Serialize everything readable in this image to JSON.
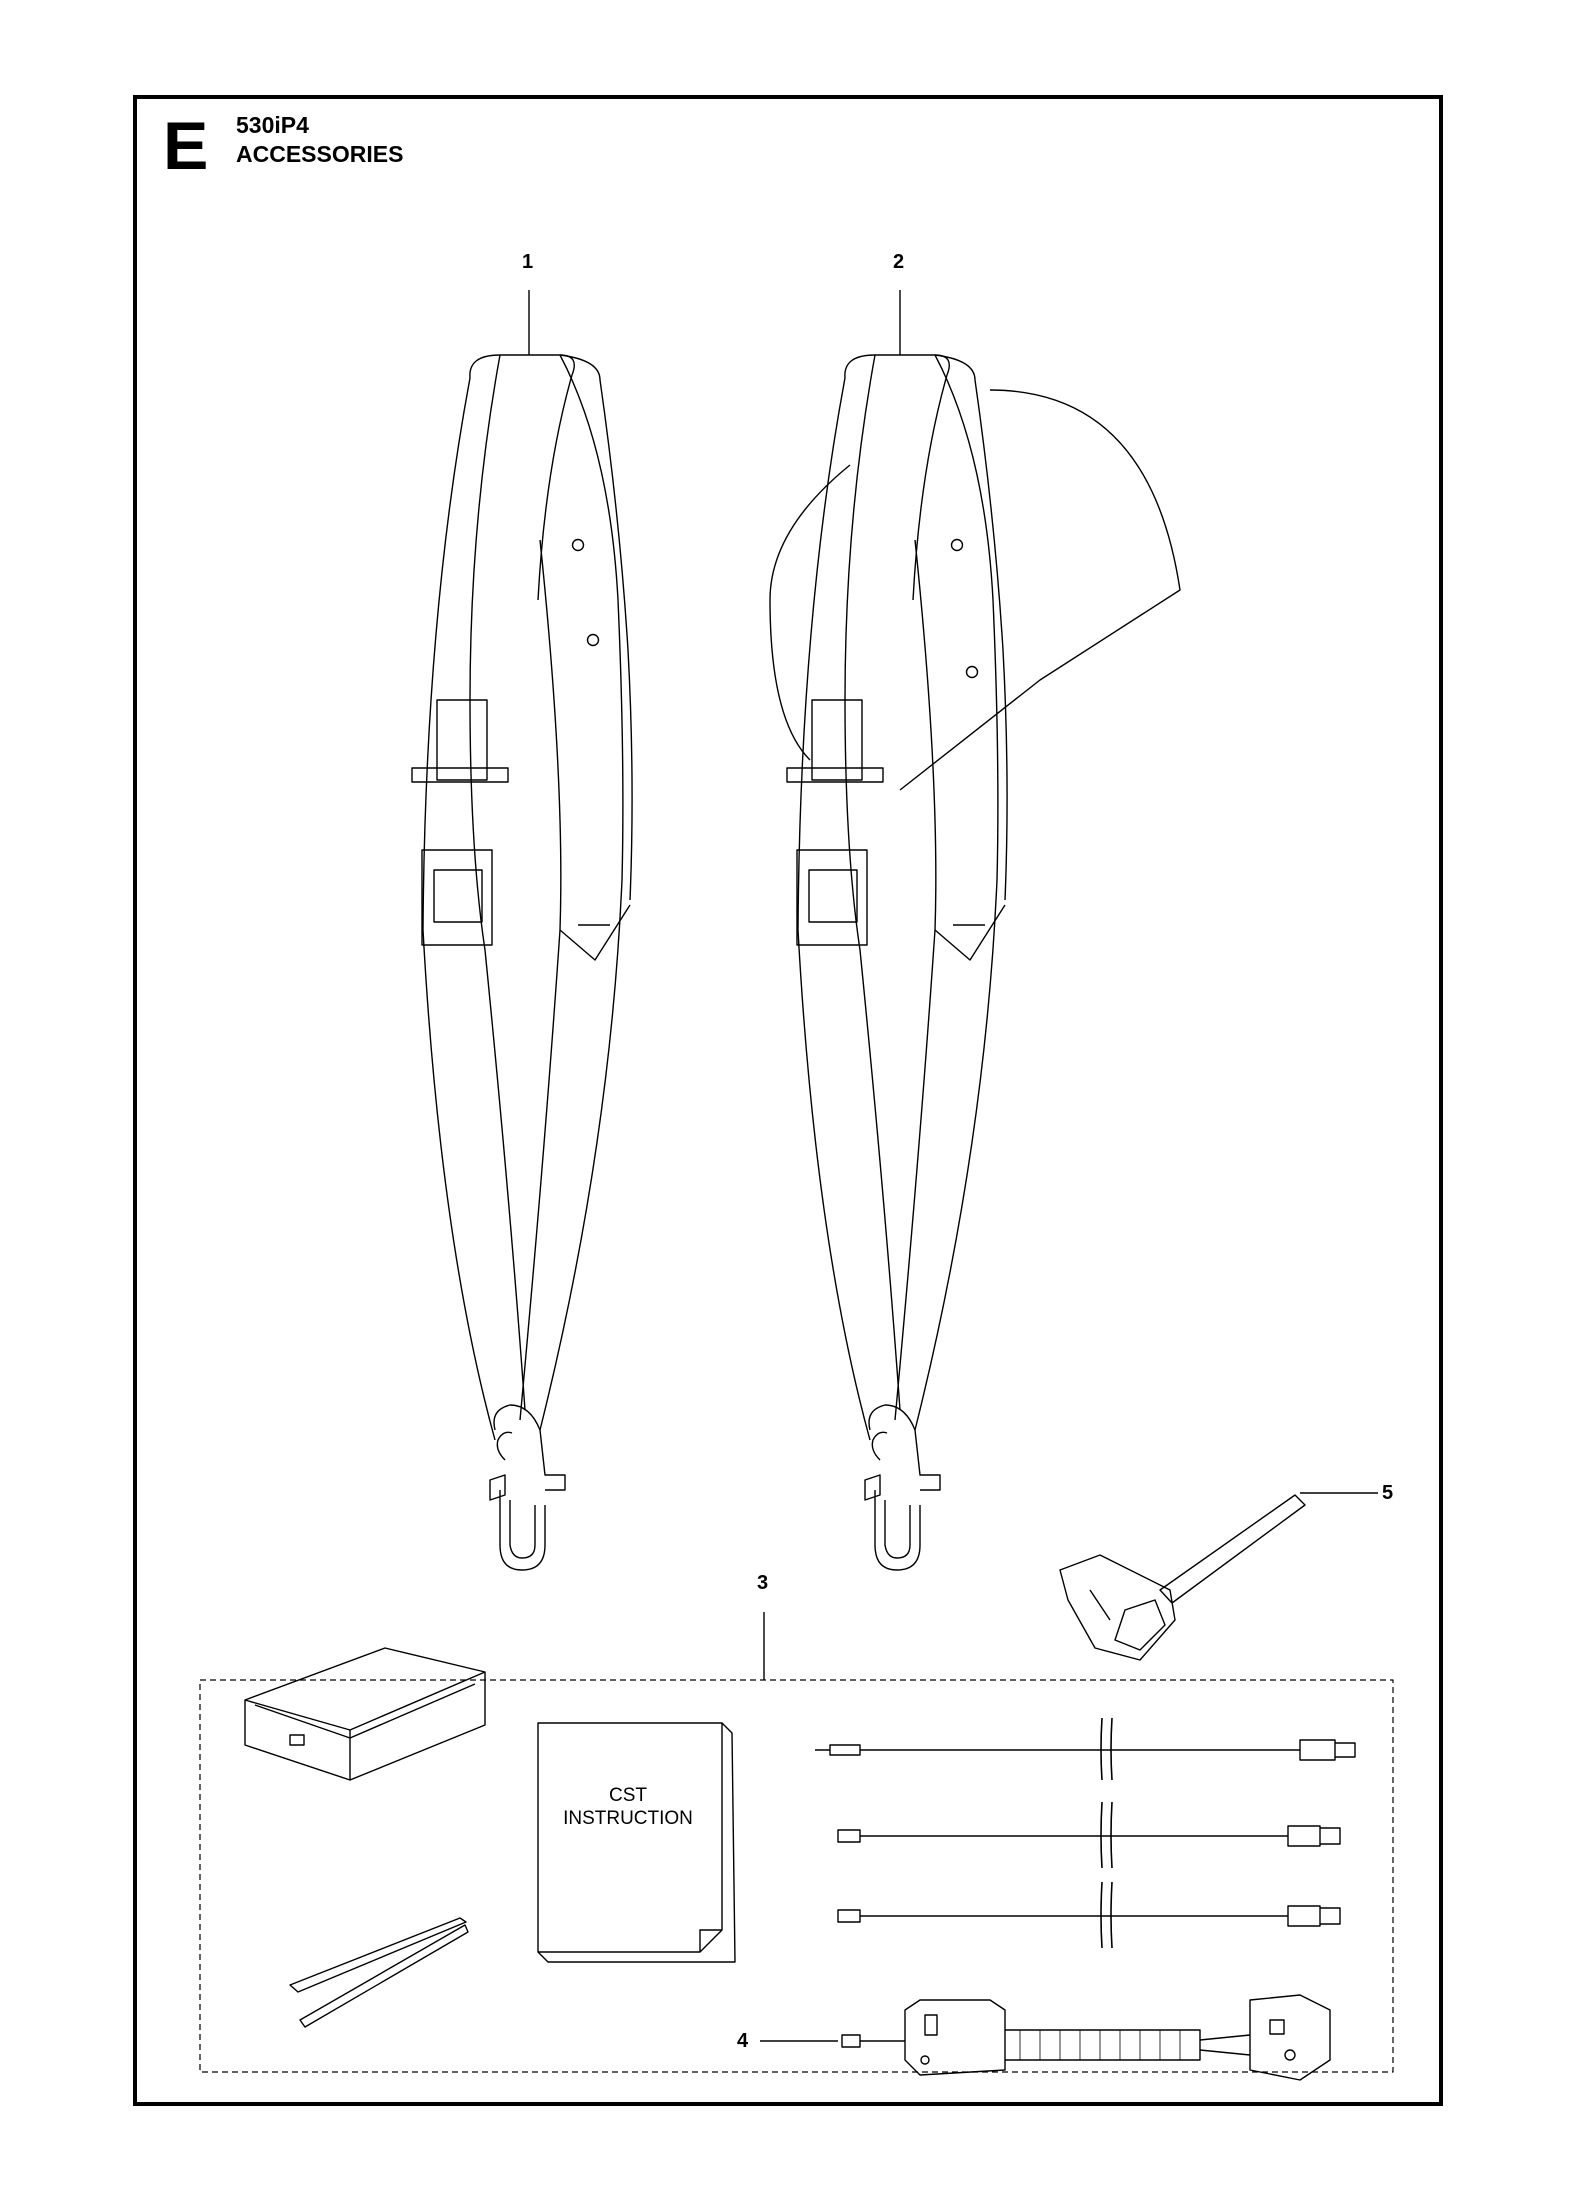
{
  "section": "E",
  "model": "530iP4",
  "title": "ACCESSORIES",
  "callouts": {
    "c1": "1",
    "c2": "2",
    "c3": "3",
    "c4": "4",
    "c5": "5"
  },
  "manual": {
    "line1": "CST",
    "line2": "INSTRUCTION"
  }
}
